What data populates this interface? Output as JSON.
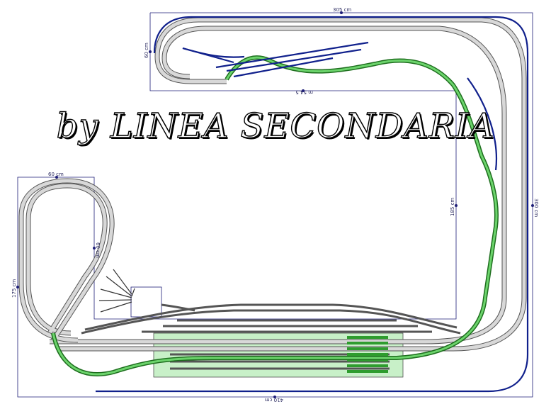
{
  "watermark": "by LINEA SECONDARIA",
  "dimensions": {
    "top_width": "305 cm",
    "top_height": "60 cm",
    "top_inner": "m 54.5",
    "left_width": "60 cm",
    "left_height": "175 cm",
    "inner_right_height": "185 cm",
    "right_height": "300 cm",
    "bottom_width": "410 cm",
    "small_label": "60 cm"
  },
  "colors": {
    "boundary": "#1e1e78",
    "track_outline": "#555555",
    "track_fill": "#d8d8d8",
    "green_track": "#2e9c2e",
    "blue_track": "#10208c",
    "yard_fill": "#c8f0c8"
  }
}
